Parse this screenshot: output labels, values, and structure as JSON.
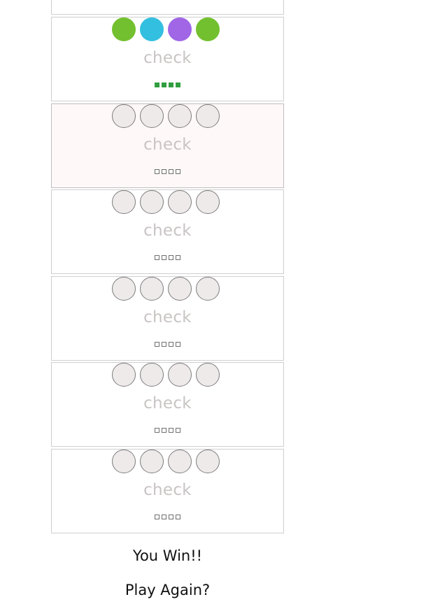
{
  "game": {
    "peg_empty_color": "#efeaea",
    "peg_border_color": "#7d7d7d",
    "feedback_hit_color": "#2f9e3f",
    "rows": [
      {
        "partial": true,
        "active": false,
        "pegs": [],
        "check_label": "",
        "feedback": []
      },
      {
        "partial": false,
        "active": false,
        "pegs": [
          "#72c02f",
          "#33bfe0",
          "#a066e6",
          "#72c02f"
        ],
        "check_label": "check",
        "feedback": [
          "hit",
          "hit",
          "hit",
          "hit"
        ]
      },
      {
        "partial": false,
        "active": true,
        "pegs": [
          null,
          null,
          null,
          null
        ],
        "check_label": "check",
        "feedback": [
          "empty",
          "empty",
          "empty",
          "empty"
        ]
      },
      {
        "partial": false,
        "active": false,
        "pegs": [
          null,
          null,
          null,
          null
        ],
        "check_label": "check",
        "feedback": [
          "empty",
          "empty",
          "empty",
          "empty"
        ]
      },
      {
        "partial": false,
        "active": false,
        "pegs": [
          null,
          null,
          null,
          null
        ],
        "check_label": "check",
        "feedback": [
          "empty",
          "empty",
          "empty",
          "empty"
        ]
      },
      {
        "partial": false,
        "active": false,
        "pegs": [
          null,
          null,
          null,
          null
        ],
        "check_label": "check",
        "feedback": [
          "empty",
          "empty",
          "empty",
          "empty"
        ]
      },
      {
        "partial": false,
        "active": false,
        "pegs": [
          null,
          null,
          null,
          null
        ],
        "check_label": "check",
        "feedback": [
          "empty",
          "empty",
          "empty",
          "empty"
        ]
      }
    ]
  },
  "status": {
    "message": "You Win!!"
  },
  "actions": {
    "play_again_label": "Play Again?"
  }
}
